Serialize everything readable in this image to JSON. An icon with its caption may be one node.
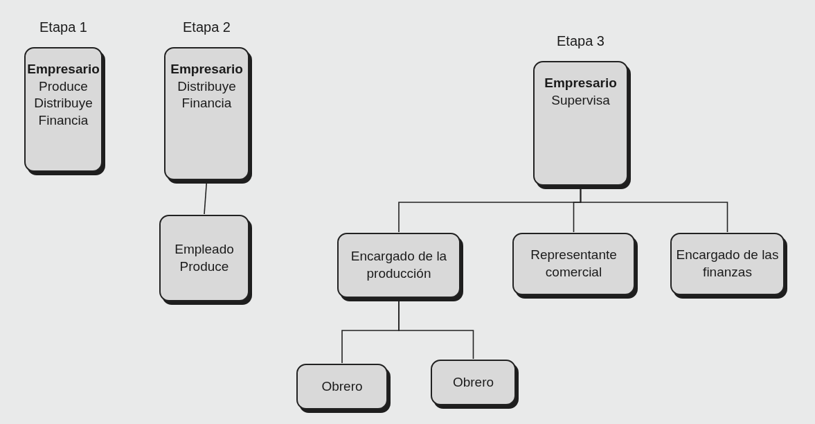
{
  "diagram": {
    "nodes": [
      {
        "text": [
          "Etapa 1",
          "Empresario",
          "Produce Distribuye Financia"
        ]
      },
      {
        "text": [
          "Etapa 2",
          "Empresario",
          "Distribuye Financia"
        ]
      },
      {
        "text": [
          "Empleado Produce"
        ]
      },
      {
        "text": [
          "Etapa 3",
          "Empresario",
          "Supervisa"
        ]
      },
      {
        "text": [
          "Encargado de la producción"
        ]
      },
      {
        "text": [
          "Representante comercial"
        ]
      },
      {
        "text": [
          "Encargado de las finanzas"
        ]
      },
      {
        "text": [
          "Obrero"
        ]
      },
      {
        "text": [
          "Obrero"
        ]
      }
    ],
    "edges": [
      {
        "from": 1,
        "to": 2,
        "arrow": "none"
      },
      {
        "from": 3,
        "to": 4,
        "arrow": "none"
      },
      {
        "from": 3,
        "to": 5,
        "arrow": "none"
      },
      {
        "from": 3,
        "to": 6,
        "arrow": "none"
      },
      {
        "from": 4,
        "to": 7,
        "arrow": "none"
      },
      {
        "from": 4,
        "to": 8,
        "arrow": "none"
      }
    ]
  }
}
